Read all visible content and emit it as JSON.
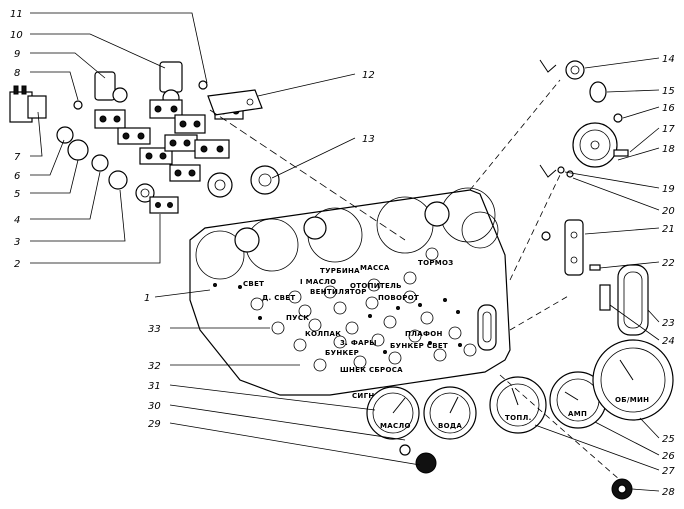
{
  "callouts": {
    "n1": "1",
    "n2": "2",
    "n3": "3",
    "n4": "4",
    "n5": "5",
    "n6": "6",
    "n7": "7",
    "n8": "8",
    "n9": "9",
    "n10": "10",
    "n11": "11",
    "n12": "12",
    "n13": "13",
    "n14": "14",
    "n15": "15",
    "n16": "16",
    "n17": "17",
    "n18": "18",
    "n19": "19",
    "n20": "20",
    "n21": "21",
    "n22": "22",
    "n23": "23",
    "n24": "24",
    "n25": "25",
    "n26": "26",
    "n27": "27",
    "n28": "28",
    "n29": "29",
    "n30": "30",
    "n31": "31",
    "n32": "32",
    "n33": "33"
  },
  "panel_labels": {
    "svet": "СВЕТ",
    "maslo": "I МАСЛО",
    "turbina": "ТУРБИНА",
    "massa": "МАССА",
    "tormoz": "ТОРМОЗ",
    "d_svet": "Д. СВЕТ",
    "ventilyator": "ВЕНТИЛЯТОР",
    "otopitel": "ОТОПИТЕЛЬ",
    "povorot": "ПОВОРОТ",
    "pusk": "ПУСК",
    "kolpak": "КОЛПАК",
    "fary": "3. ФАРЫ",
    "plafon": "ПЛАФОН",
    "bunker": "БУНКЕР",
    "bunker_svet": "БУНКЕР СВЕТ",
    "shnek_sbrosa": "ШНЕК СБРОСА",
    "signal": "СИГН."
  },
  "gauge_labels": {
    "g1": "МАСЛО",
    "g2": "ВОДА",
    "g3": "ТОПЛ.",
    "g4": "АМП",
    "g5": "ОБ/МИН"
  }
}
